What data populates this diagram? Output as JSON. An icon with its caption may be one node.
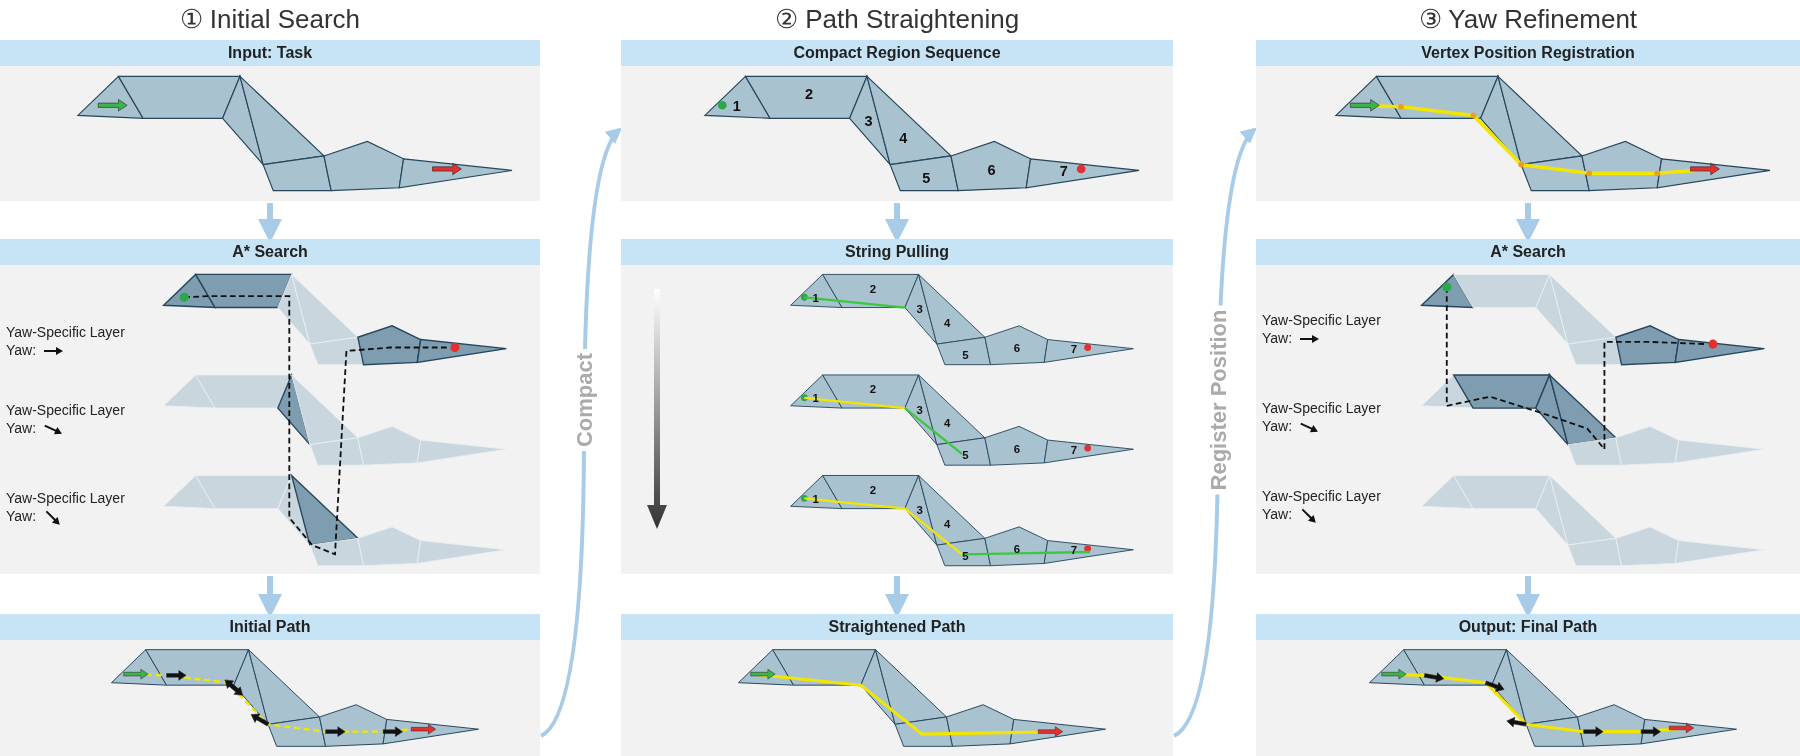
{
  "diagram": {
    "nodes": [
      {
        "text": [
          "Input: Task"
        ]
      },
      {
        "text": [
          "A* Search",
          "Yaw-Specific Layer Yaw:",
          "Yaw-Specific Layer Yaw:",
          "Yaw-Specific Layer Yaw:"
        ]
      },
      {
        "text": [
          "Initial Path"
        ]
      },
      {
        "text": [
          "Compact Region Sequence"
        ]
      },
      {
        "text": [
          "String Pulling"
        ]
      },
      {
        "text": [
          "Straightened Path"
        ]
      },
      {
        "text": [
          "Vertex Position Registration"
        ]
      },
      {
        "text": [
          "A* Search",
          "Yaw-Specific Layer Yaw:",
          "Yaw-Specific Layer Yaw:",
          "Yaw-Specific Layer Yaw:"
        ]
      },
      {
        "text": [
          "Output: Final Path"
        ]
      }
    ],
    "edges": [
      {
        "from": 0,
        "to": 1,
        "arrow": "to"
      },
      {
        "from": 1,
        "to": 2,
        "arrow": "to"
      },
      {
        "from": 2,
        "to": 3,
        "arrow": "to",
        "label": "Compact"
      },
      {
        "from": 3,
        "to": 4,
        "arrow": "to"
      },
      {
        "from": 4,
        "to": 5,
        "arrow": "to"
      },
      {
        "from": 5,
        "to": 6,
        "arrow": "to",
        "label": "Register Position"
      },
      {
        "from": 6,
        "to": 7,
        "arrow": "to"
      },
      {
        "from": 7,
        "to": 8,
        "arrow": "to"
      }
    ],
    "labels": [
      "① Initial Search",
      "② Path Straightening",
      "③ Yaw Refinement",
      "1",
      "2",
      "3",
      "4",
      "5",
      "6",
      "7",
      "1",
      "2",
      "3",
      "4",
      "5",
      "6",
      "7",
      "1",
      "2",
      "3",
      "4",
      "5",
      "6",
      "7",
      "1",
      "2",
      "3",
      "4",
      "5",
      "6",
      "7"
    ]
  }
}
